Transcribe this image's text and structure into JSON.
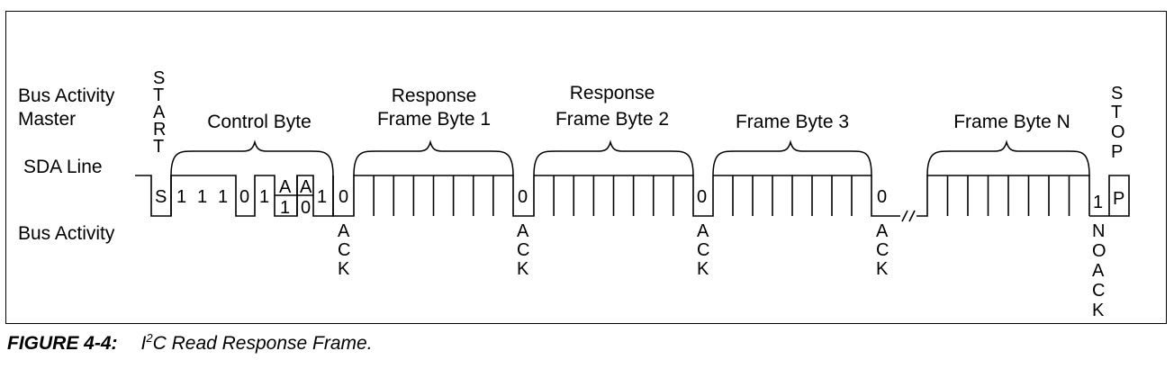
{
  "labels": {
    "bus_activity_master_1": "Bus Activity",
    "bus_activity_master_2": "Master",
    "sda_line": "SDA Line",
    "bus_activity": "Bus Activity"
  },
  "start_letters": [
    "S",
    "T",
    "A",
    "R",
    "T"
  ],
  "stop_letters": [
    "S",
    "T",
    "O",
    "P"
  ],
  "ack_letters": [
    "A",
    "C",
    "K"
  ],
  "noack_letters": [
    "N",
    "O",
    "A",
    "C",
    "K"
  ],
  "frames": {
    "control": "Control Byte",
    "resp1_line1": "Response",
    "resp1_line2": "Frame Byte 1",
    "resp2_line1": "Response",
    "resp2_line2": "Frame Byte 2",
    "byte3": "Frame Byte 3",
    "byteN": "Frame Byte N"
  },
  "bits": {
    "start": "S",
    "control": [
      "1",
      "1",
      "1",
      "0",
      "1"
    ],
    "a1_top": "A",
    "a1_bottom": "1",
    "a0_top": "A",
    "a0_bottom": "0",
    "rw": "1",
    "ack_bits": [
      "0",
      "0",
      "0",
      "0"
    ],
    "nack": "1",
    "stop": "P"
  },
  "caption": {
    "figure": "FIGURE 4-4:",
    "title_pre": "I",
    "title_sup": "2",
    "title_post": "C Read Response Frame."
  }
}
